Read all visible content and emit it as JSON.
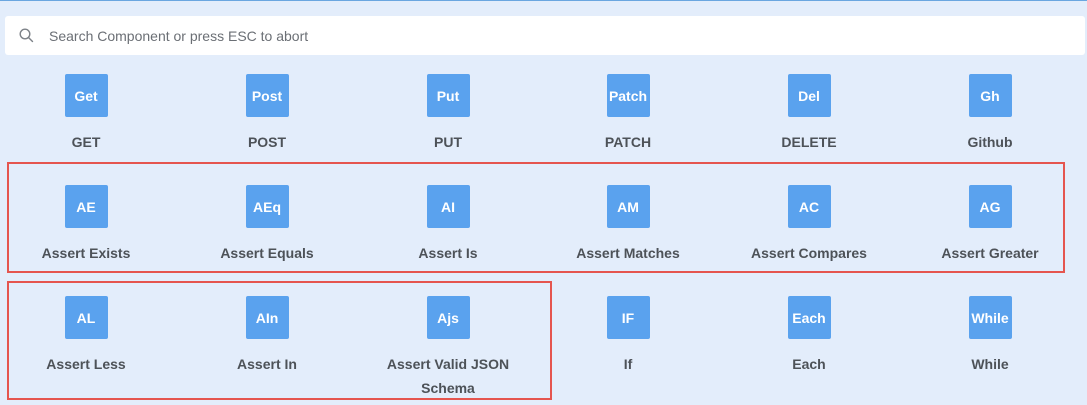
{
  "search": {
    "placeholder": "Search Component or press ESC to abort"
  },
  "components": [
    {
      "badge": "Get",
      "label": "GET"
    },
    {
      "badge": "Post",
      "label": "POST"
    },
    {
      "badge": "Put",
      "label": "PUT"
    },
    {
      "badge": "Patch",
      "label": "PATCH"
    },
    {
      "badge": "Del",
      "label": "DELETE"
    },
    {
      "badge": "Gh",
      "label": "Github"
    },
    {
      "badge": "AE",
      "label": "Assert Exists"
    },
    {
      "badge": "AEq",
      "label": "Assert Equals"
    },
    {
      "badge": "AI",
      "label": "Assert Is"
    },
    {
      "badge": "AM",
      "label": "Assert Matches"
    },
    {
      "badge": "AC",
      "label": "Assert Compares"
    },
    {
      "badge": "AG",
      "label": "Assert Greater"
    },
    {
      "badge": "AL",
      "label": "Assert Less"
    },
    {
      "badge": "AIn",
      "label": "Assert In"
    },
    {
      "badge": "Ajs",
      "label": "Assert Valid JSON Schema"
    },
    {
      "badge": "IF",
      "label": "If"
    },
    {
      "badge": "Each",
      "label": "Each"
    },
    {
      "badge": "While",
      "label": "While"
    }
  ],
  "colors": {
    "background": "#e3edfb",
    "badge": "#5aa2ee",
    "highlight": "#e5554f",
    "label": "#4d5258"
  }
}
